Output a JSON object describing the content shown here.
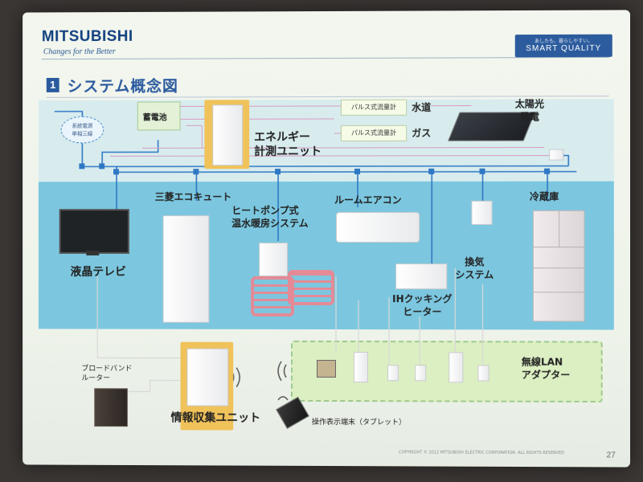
{
  "header": {
    "logo": "MITSUBISHI",
    "tagline": "Changes for the Better",
    "badge_small": "あしたも、暮らしやすい。",
    "badge_big": "SMART QUALITY"
  },
  "section": {
    "number": "1",
    "title": "システム概念図"
  },
  "top": {
    "grid_label": "系統電源\n単相三線",
    "battery": "蓄電池",
    "energy_unit": "エネルギー\n計測ユニット",
    "pulse1": "パルス式流量計",
    "pulse1_label": "水道",
    "pulse2": "パルス式流量計",
    "pulse2_label": "ガス",
    "solar": "太陽光\n発電"
  },
  "appliances": {
    "tv": "液晶テレビ",
    "ecocute": "三菱エコキュート",
    "heatpump": "ヒートポンプ式\n温水暖房システム",
    "aircon": "ルームエアコン",
    "fridge": "冷蔵庫",
    "ventilation": "換気\nシステム",
    "ih": "IHクッキング\nヒーター"
  },
  "bottom": {
    "router": "ブロードバンド\nルーター",
    "info_unit": "情報収集ユニット",
    "lan_adapter": "無線LAN\nアダプター",
    "tablet": "操作表示端末（タブレット）"
  },
  "footer": {
    "copyright": "COPYRIGHT © 2012 MITSUBISHI ELECTRIC CORPORATION. ALL RIGHTS RESERVED",
    "page": "27"
  },
  "colors": {
    "accent": "#2a5a9e",
    "band": "#7cc7df",
    "orange": "#f0c25a",
    "line": "#2f78c4"
  }
}
